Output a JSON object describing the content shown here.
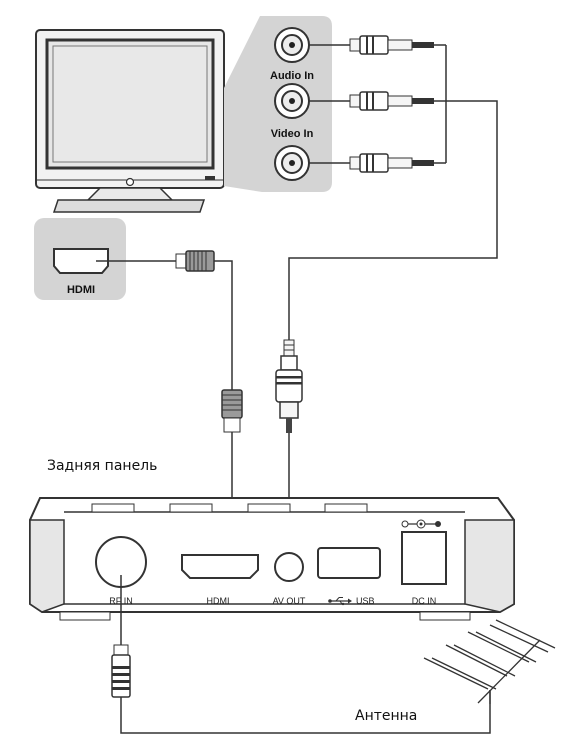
{
  "tv_ports": {
    "audio_in": "Audio In",
    "video_in": "Video In",
    "hdmi": "HDMI"
  },
  "receiver": {
    "panel_title": "Задняя панель",
    "ports": {
      "rf_in": "RF IN",
      "hdmi": "HDMI",
      "av_out": "AV OUT",
      "usb": "USB",
      "dc_in": "DC IN"
    }
  },
  "antenna_label": "Антенна",
  "colors": {
    "panel_gray": "#d4d4d4",
    "line": "#333333",
    "tv_screen": "#e6e6e6"
  }
}
